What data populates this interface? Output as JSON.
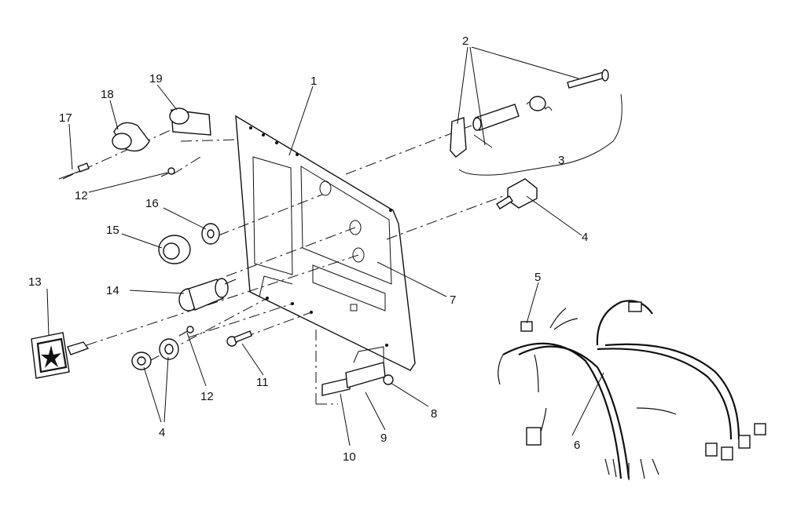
{
  "callouts": {
    "c1": "1",
    "c2": "2",
    "c3": "3",
    "c4a": "4",
    "c4b": "4",
    "c5": "5",
    "c6": "6",
    "c7": "7",
    "c8": "8",
    "c9": "9",
    "c10": "10",
    "c11": "11",
    "c12a": "12",
    "c12b": "12",
    "c13": "13",
    "c14": "14",
    "c15": "15",
    "c16": "16",
    "c17": "17",
    "c18": "18",
    "c19": "19"
  }
}
